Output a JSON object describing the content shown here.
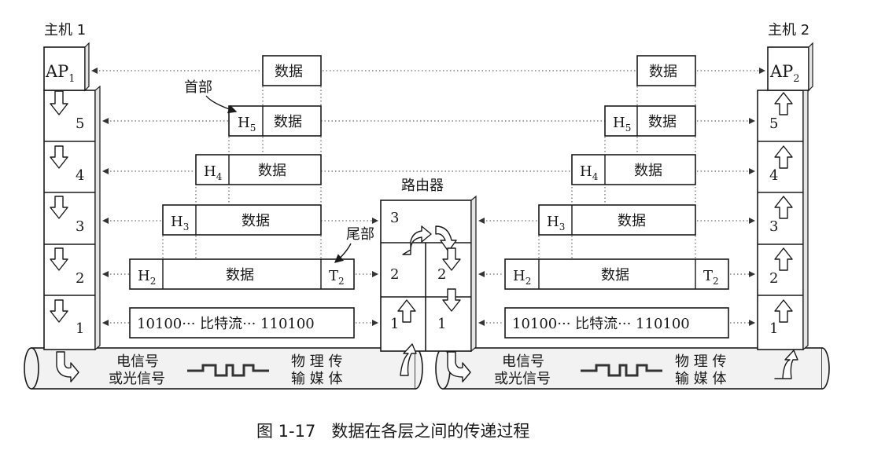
{
  "hosts": {
    "host1": "主机 1",
    "host2": "主机 2",
    "ap": "AP",
    "ap1_sub": "1",
    "ap2_sub": "2"
  },
  "router": {
    "title": "路由器",
    "layers": [
      "3",
      "2",
      "1"
    ]
  },
  "layers": [
    "5",
    "4",
    "3",
    "2",
    "1"
  ],
  "labels": {
    "data": "数据",
    "header": "首部",
    "trailer": "尾部",
    "H": "H",
    "T": "T",
    "h5": "5",
    "h4": "4",
    "h3": "3",
    "h2": "2",
    "t2": "2"
  },
  "bitstream": "10100··· 比特流··· 110100",
  "medium": {
    "signal_line1": "电信号",
    "signal_line2": "或光信号",
    "physical_line1": "物 理 传",
    "physical_line2": "输 媒 体"
  },
  "caption": "图 1-17   数据在各层之间的传递过程"
}
